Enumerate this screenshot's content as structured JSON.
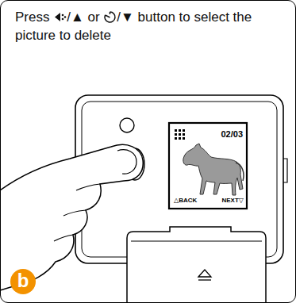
{
  "diagram": {
    "nodes": [
      {
        "text": [
          "Press",
          "/▲ or",
          "/▼  button to select the picture to delete"
        ]
      },
      {
        "text": [
          "02/03",
          "△BACK",
          "NEXT▽"
        ],
        "in": 0
      },
      {
        "text": [
          "b"
        ],
        "in": 0
      }
    ]
  }
}
